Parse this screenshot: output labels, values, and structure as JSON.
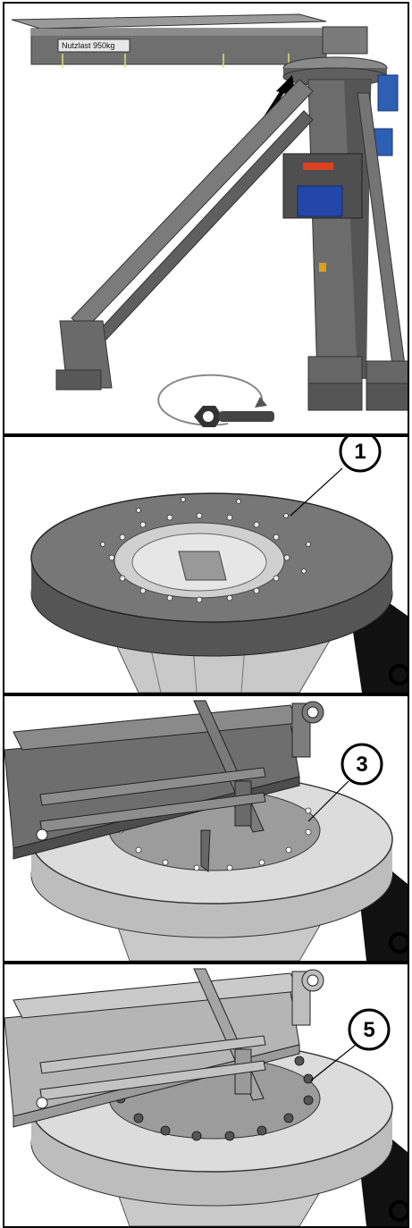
{
  "figure": {
    "payload_label": "Nutzlast 950kg",
    "callouts": [
      {
        "panel": "turntable",
        "number": "1"
      },
      {
        "panel": "frame-placed",
        "number": "3"
      },
      {
        "panel": "frame-bolted",
        "number": "5"
      }
    ]
  }
}
